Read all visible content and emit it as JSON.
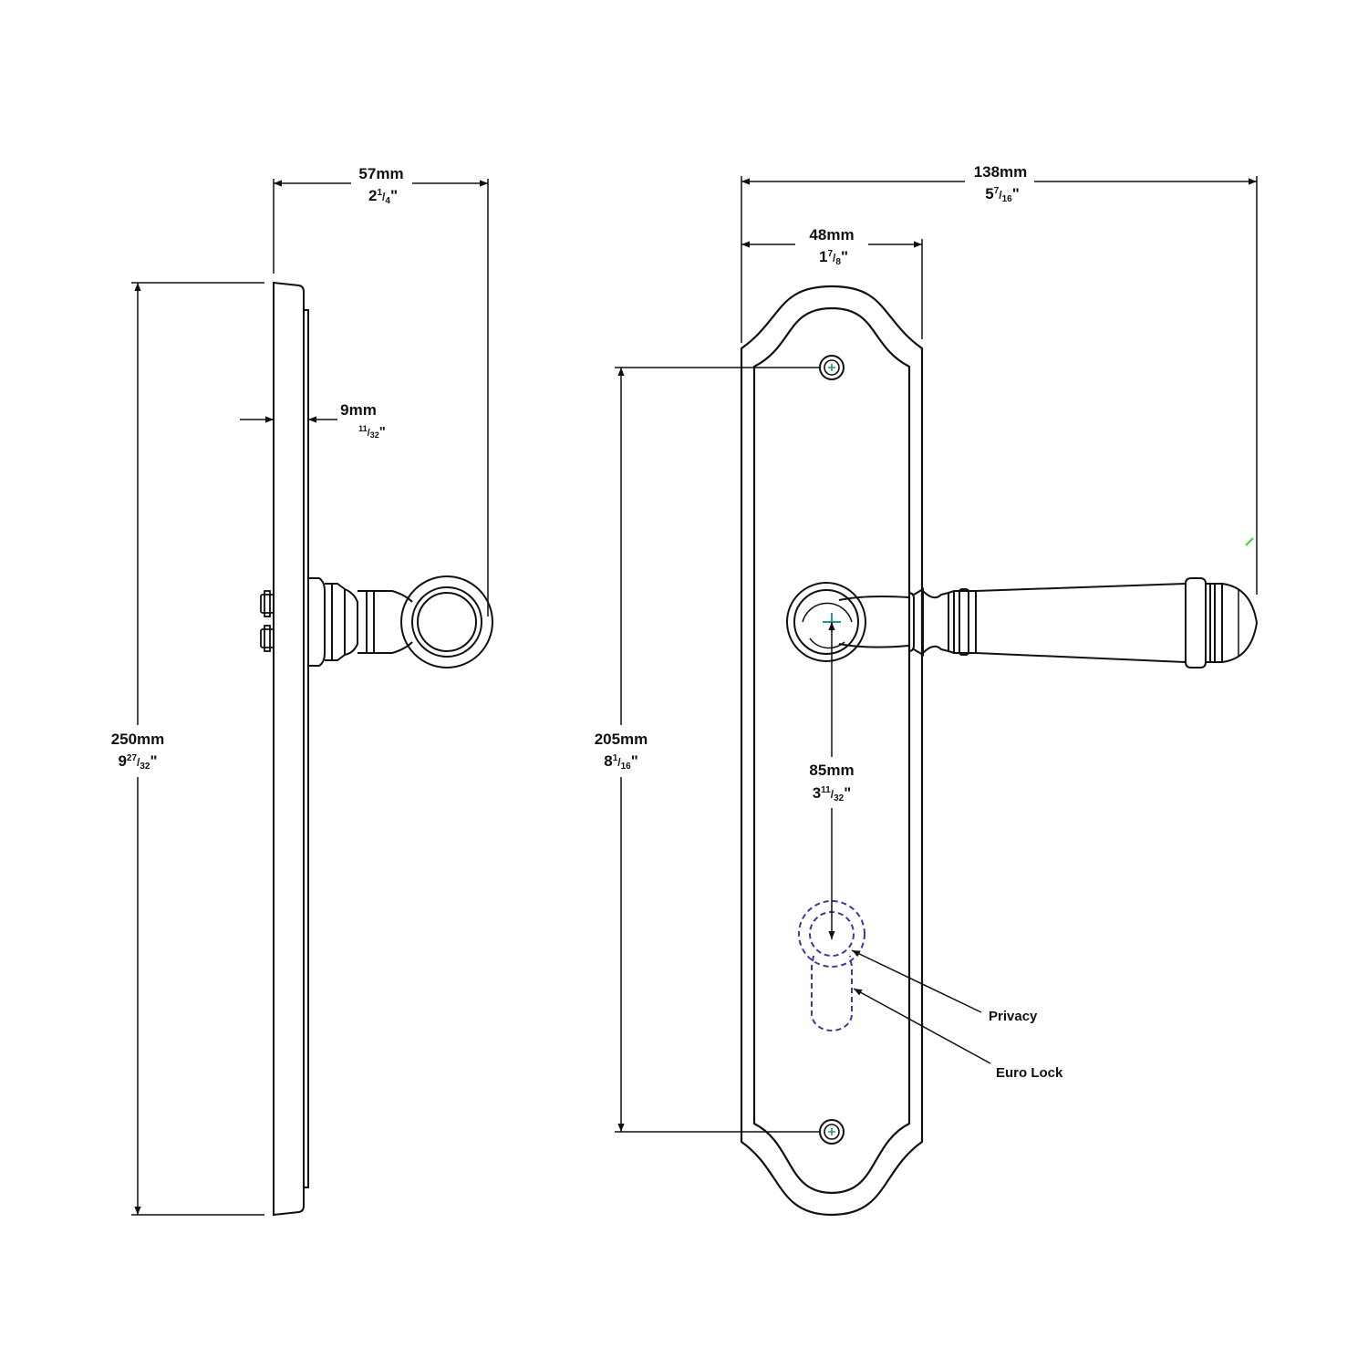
{
  "colors": {
    "line": "#111111",
    "accent_teal": "#1a9a8a",
    "dashed_blue": "#3a3aa0",
    "green_mark": "#40d040"
  },
  "side_view": {
    "width": {
      "mm": "57mm",
      "whole": "2",
      "num": "1",
      "den": "4",
      "mark": "\""
    },
    "thickness": {
      "mm": "9mm",
      "whole": "",
      "num": "11",
      "den": "32",
      "mark": "\""
    },
    "height": {
      "mm": "250mm",
      "whole": "9",
      "num": "27",
      "den": "32",
      "mark": "\""
    }
  },
  "front_view": {
    "overall_width": {
      "mm": "138mm",
      "whole": "5",
      "num": "7",
      "den": "16",
      "mark": "\""
    },
    "plate_width": {
      "mm": "48mm",
      "whole": "1",
      "num": "7",
      "den": "8",
      "mark": "\""
    },
    "screw_centers": {
      "mm": "205mm",
      "whole": "8",
      "num": "1",
      "den": "16",
      "mark": "\""
    },
    "backset": {
      "mm": "85mm",
      "whole": "3",
      "num": "11",
      "den": "32",
      "mark": "\""
    },
    "callouts": {
      "privacy": "Privacy",
      "euro_lock": "Euro Lock"
    }
  }
}
